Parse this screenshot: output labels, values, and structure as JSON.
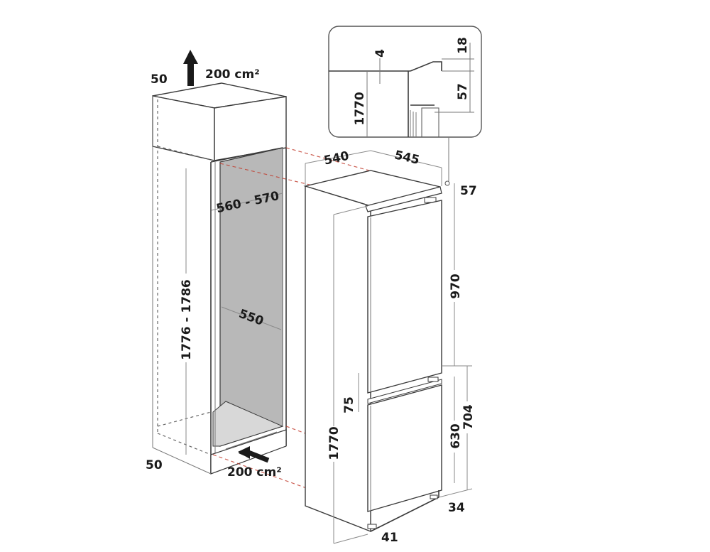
{
  "diagram": {
    "title": "Built-in fridge-freezer installation dimensions",
    "units": "mm",
    "colors": {
      "outline": "#3a3a3a",
      "cavity_fill": "#b8b8b8",
      "cavity_floor": "#d8d8d8",
      "hidden_line_red": "#c0392b",
      "text": "#1a1a1a"
    },
    "niche": {
      "top_clearance": "50",
      "bottom_clearance": "50",
      "top_vent_area": "200 cm²",
      "bottom_vent_area": "200 cm²",
      "width": "560 - 570",
      "depth": "550",
      "height": "1776 - 1786"
    },
    "appliance": {
      "depth": "540",
      "width": "545",
      "top_offset": "57",
      "upper_door_height": "970",
      "door_gap": "75",
      "lower_door_height": "630",
      "lower_section_height": "704",
      "total_height": "1770",
      "bottom_offset": "34",
      "foot_depth": "41"
    },
    "detail_inset": {
      "gap": "4",
      "top_step": "18",
      "hinge_offset": "57",
      "height": "1770"
    }
  }
}
